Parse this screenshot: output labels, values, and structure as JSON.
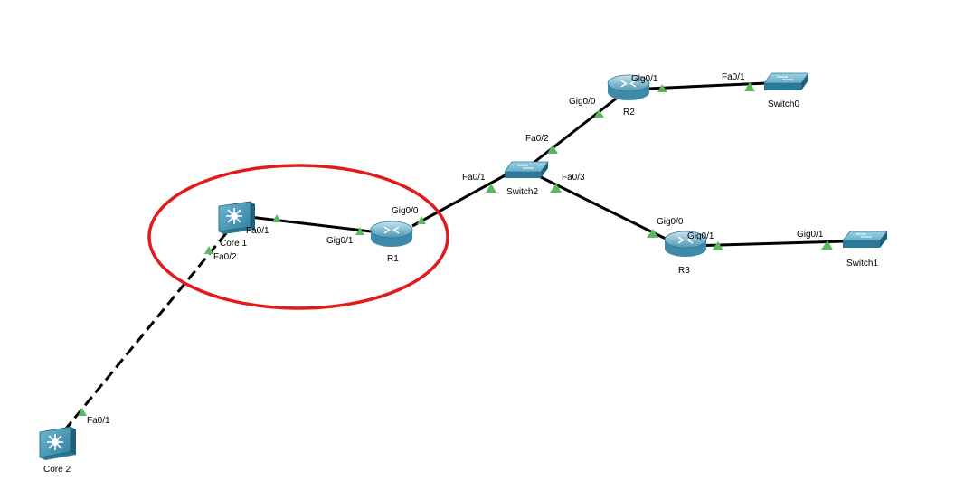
{
  "colors": {
    "link": "#000000",
    "link_up_triangle": "#5cb85c",
    "highlight_ellipse": "#e11b1b",
    "device_body": "#5aa7c4",
    "device_dark": "#2d7896"
  },
  "devices": {
    "core1": {
      "label": "Core 1",
      "icon": "multilayer-switch-icon"
    },
    "core2": {
      "label": "Core 2",
      "icon": "multilayer-switch-icon"
    },
    "r1": {
      "label": "R1",
      "icon": "router-icon"
    },
    "r2": {
      "label": "R2",
      "icon": "router-icon"
    },
    "r3": {
      "label": "R3",
      "icon": "router-icon"
    },
    "switch0": {
      "label": "Switch0",
      "icon": "switch-icon"
    },
    "switch1": {
      "label": "Switch1",
      "icon": "switch-icon"
    },
    "switch2": {
      "label": "Switch2",
      "icon": "switch-icon"
    }
  },
  "ports": {
    "core1_r1": "Fa0/1",
    "r1_core1": "Gig0/1",
    "core1_core2": "Fa0/2",
    "core2_core1": "Fa0/1",
    "r1_sw2": "Gig0/0",
    "sw2_r1": "Fa0/1",
    "sw2_r2": "Fa0/2",
    "r2_sw2": "Gig0/0",
    "r2_sw0": "Gig0/1",
    "sw0_r2": "Fa0/1",
    "sw2_r3": "Fa0/3",
    "r3_sw2": "Gig0/0",
    "r3_sw1": "Gig0/1",
    "sw1_r3": "Gig0/1"
  }
}
